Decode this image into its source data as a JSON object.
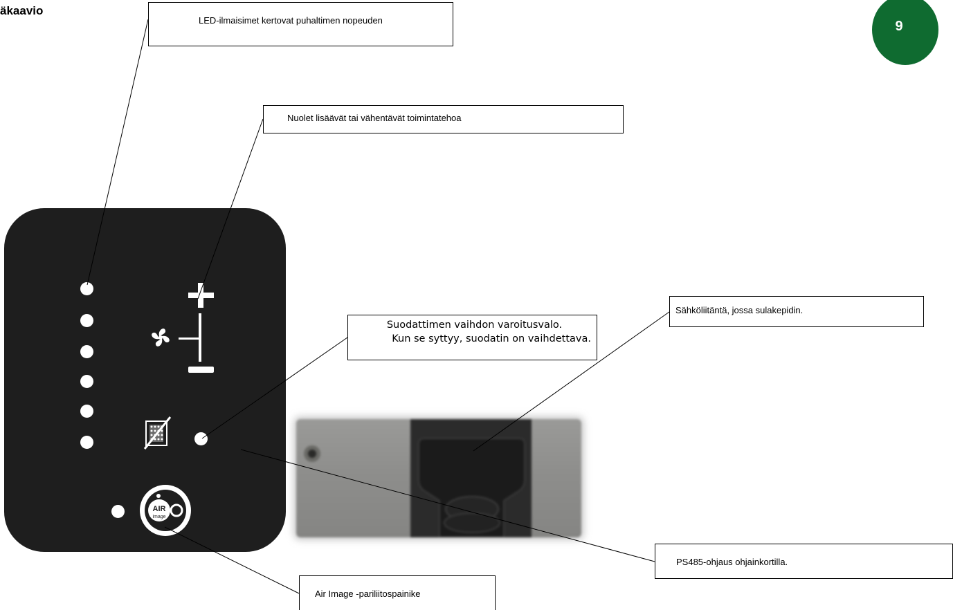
{
  "heading": "äkaavio",
  "page_number": "9",
  "callouts": {
    "led": "LED-ilmaisimet kertovat puhaltimen nopeuden",
    "arrows": "Nuolet lisäävät tai vähentävät toimintatehoa",
    "filter_line1": "Suodattimen vaihdon varoitusvalo.",
    "filter_line2": "Kun se syttyy, suodatin on vaihdettava.",
    "power": "Sähköliitäntä, jossa sulakepidin.",
    "ps485": "PS485-ohjaus ohjainkortilla.",
    "air_image": "Air Image -pariliitospainike"
  },
  "panel": {
    "plus_icon": "plus-icon",
    "minus_icon": "minus-icon",
    "fan_icon": "fan-icon",
    "filter_icon": "filter-icon",
    "air_logo_top": "AIR",
    "air_logo_bottom": "image"
  },
  "colors": {
    "badge": "#0f6b30",
    "panel": "#1e1e1e"
  }
}
